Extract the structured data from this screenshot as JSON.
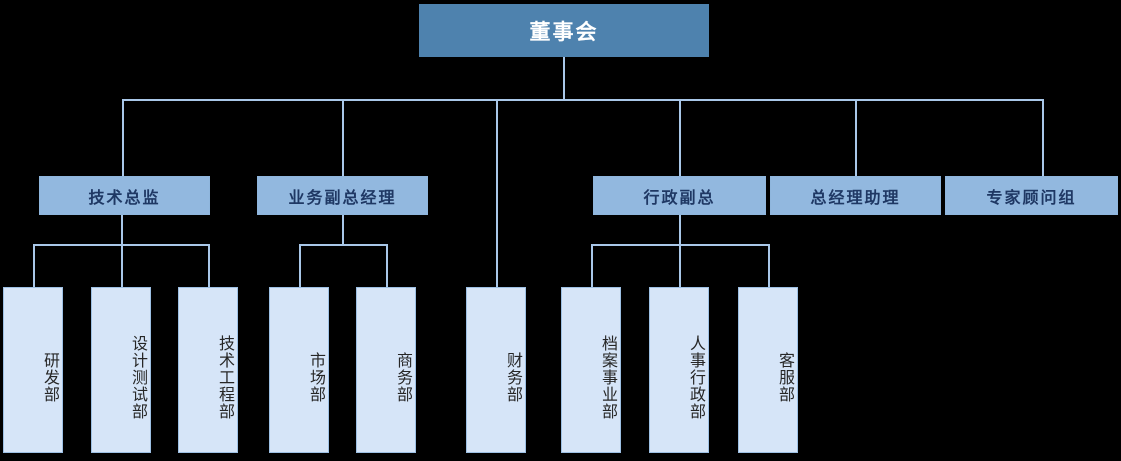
{
  "chart": {
    "type": "diagram",
    "subtype": "organization-chart",
    "orientation": "top-down",
    "colors": {
      "root_fill": "#4E82AE",
      "root_text": "#FFFFFF",
      "level2_fill": "#92B8DF",
      "level2_text": "#1F3864",
      "leaf_fill": "#D6E5F8",
      "leaf_text": "#262626",
      "connector": "#A9C7E8",
      "background": "#000000"
    }
  },
  "root": {
    "label": "董事会"
  },
  "level2": [
    {
      "label": "技术总监"
    },
    {
      "label": "业务副总经理"
    },
    {
      "label": "行政副总"
    },
    {
      "label": "总经理助理"
    },
    {
      "label": "专家顾问组"
    }
  ],
  "leaves": [
    {
      "label": "研发部"
    },
    {
      "label": "设计测试部"
    },
    {
      "label": "技术工程部"
    },
    {
      "label": "市场部"
    },
    {
      "label": "商务部"
    },
    {
      "label": "财务部"
    },
    {
      "label": "档案事业部"
    },
    {
      "label": "人事行政部"
    },
    {
      "label": "客服部"
    }
  ]
}
